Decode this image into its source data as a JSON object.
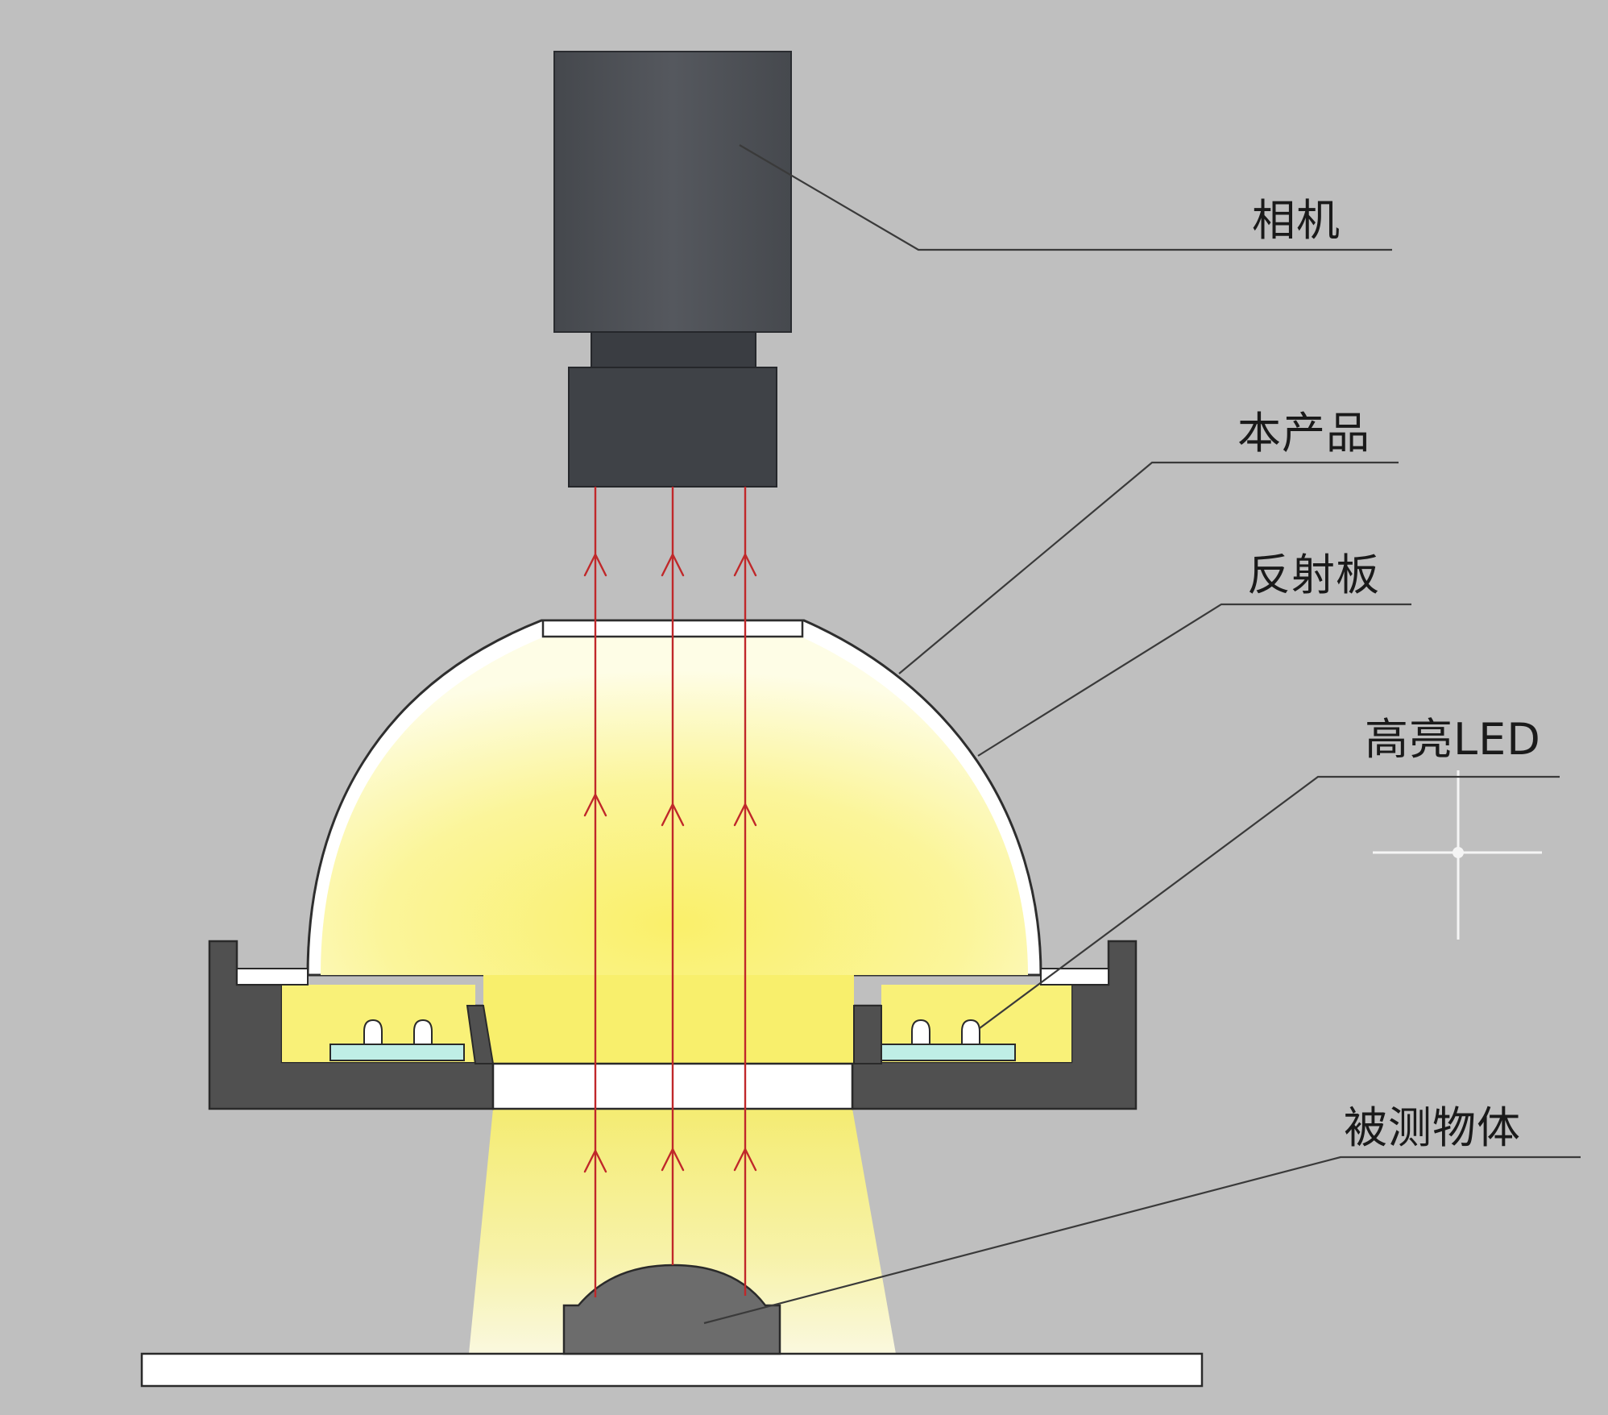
{
  "labels": {
    "camera": "相机",
    "product": "本产品",
    "reflector": "反射板",
    "led": "高亮LED",
    "object": "被测物体"
  },
  "colors": {
    "background": "#bfbfbf",
    "camera_body": "#4d5055",
    "lens": "#3e4146",
    "housing": "#505050",
    "dome_light": "#fbf37a",
    "dome_rim": "#ffffff",
    "ray": "#c0282a",
    "led_board": "#bfeee6",
    "object": "#6c6c6c",
    "stage": "#ffffff"
  },
  "icons": {
    "camera": "camera-body",
    "led": "led-bulb",
    "ray_arrow": "up-arrow"
  }
}
